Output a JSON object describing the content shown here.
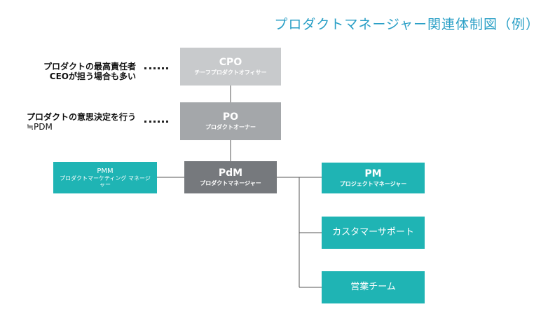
{
  "title": "プロダクトマネージャー関連体制図（例）",
  "notes": {
    "cpo_note_line1": "プロダクトの最高責任者",
    "cpo_note_line2": "CEOが担う場合も多い",
    "po_note_line1": "プロダクトの意思決定を行う",
    "po_note_line2": "≒PDM"
  },
  "boxes": {
    "cpo": {
      "main": "CPO",
      "sub": "チーフプロダクトオフィサー",
      "color": "#c8cacc"
    },
    "po": {
      "main": "PO",
      "sub": "プロダクトオーナー",
      "color": "#a4a7aa"
    },
    "pdm": {
      "main": "PdM",
      "sub": "プロダクトマネージャー",
      "color": "#76797d"
    },
    "pmm": {
      "main": "PMM",
      "sub": "プロダクトマーケティング マネージャー",
      "color": "#1fb4b4"
    },
    "pm": {
      "main": "PM",
      "sub": "プロジェクトマネージャー",
      "color": "#1fb4b4"
    },
    "cs": {
      "main": "カスタマーサポート",
      "color": "#1fb4b4"
    },
    "sales": {
      "main": "営業チーム",
      "color": "#1fb4b4"
    }
  },
  "colors": {
    "title": "#2a9fc6",
    "connector": "#555555",
    "teal": "#1fb4b4"
  }
}
